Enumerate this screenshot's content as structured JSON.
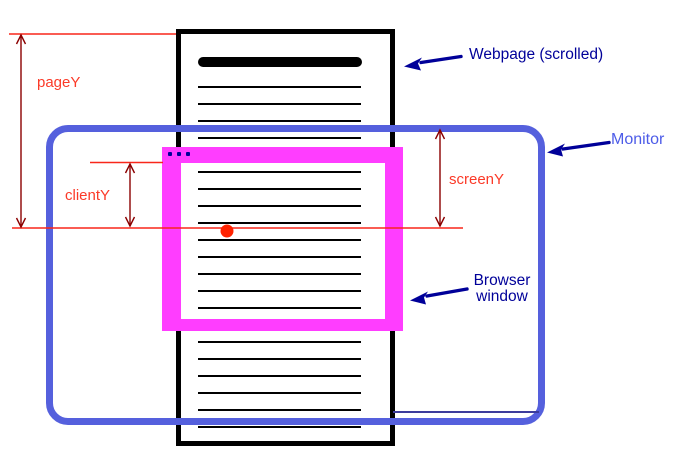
{
  "colors": {
    "page_black": "#000000",
    "monitor_blue": "#5560dd",
    "monitor_label": "#4d5ce8",
    "monitor_shadow": "#3c3c9c",
    "magenta": "#ff3dff",
    "navy": "#000099",
    "red_line": "#f8271a",
    "red_label": "#fb3a28",
    "dim_arrow": "#8b0000",
    "dot_red": "#ff2200",
    "window_dots": "#000099"
  },
  "annotations": {
    "pageY": {
      "label": "pageY"
    },
    "clientY": {
      "label": "clientY"
    },
    "screenY": {
      "label": "screenY"
    }
  },
  "callouts": {
    "webpage": {
      "label": "Webpage (scrolled)"
    },
    "monitor": {
      "label": "Monitor"
    },
    "browser_window": {
      "label_line1": "Browser",
      "label_line2": "window"
    }
  }
}
